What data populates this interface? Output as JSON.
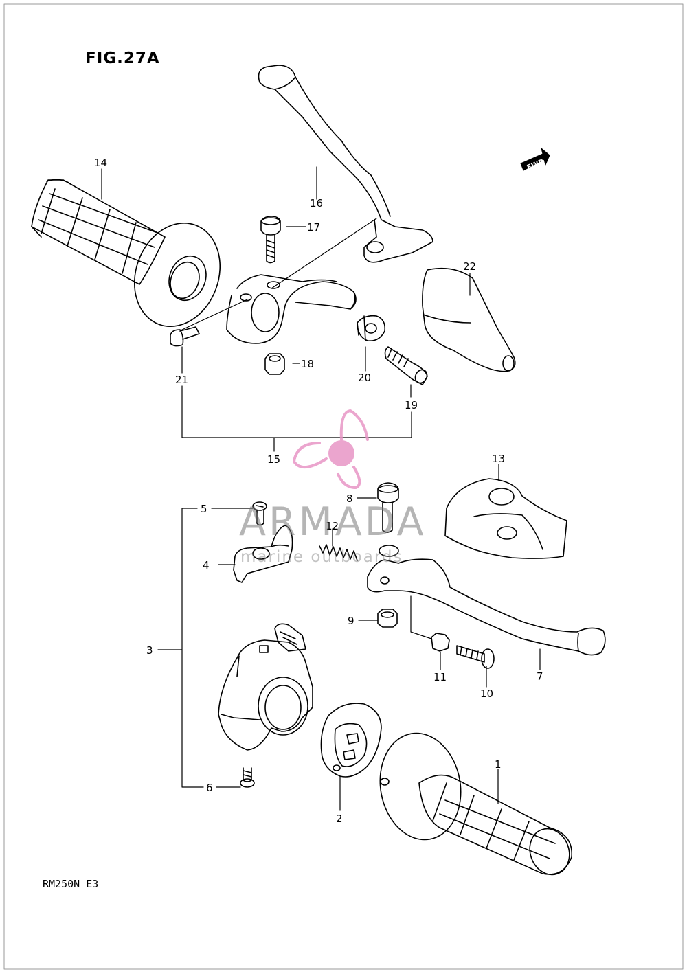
{
  "figure": {
    "title": "FIG.27A"
  },
  "model": "RM250N E3",
  "fwd_badge": "FWD",
  "watermark": {
    "brand": "ARMADA",
    "tagline": "marine outboards",
    "brand_color": "#e896c6"
  },
  "callouts": [
    "1",
    "2",
    "3",
    "4",
    "5",
    "6",
    "7",
    "8",
    "9",
    "10",
    "11",
    "12",
    "13",
    "14",
    "15",
    "16",
    "17",
    "18",
    "19",
    "20",
    "21",
    "22"
  ],
  "line_color": "#000000",
  "icons": [
    "propeller-logo-icon",
    "fwd-arrow-icon"
  ]
}
